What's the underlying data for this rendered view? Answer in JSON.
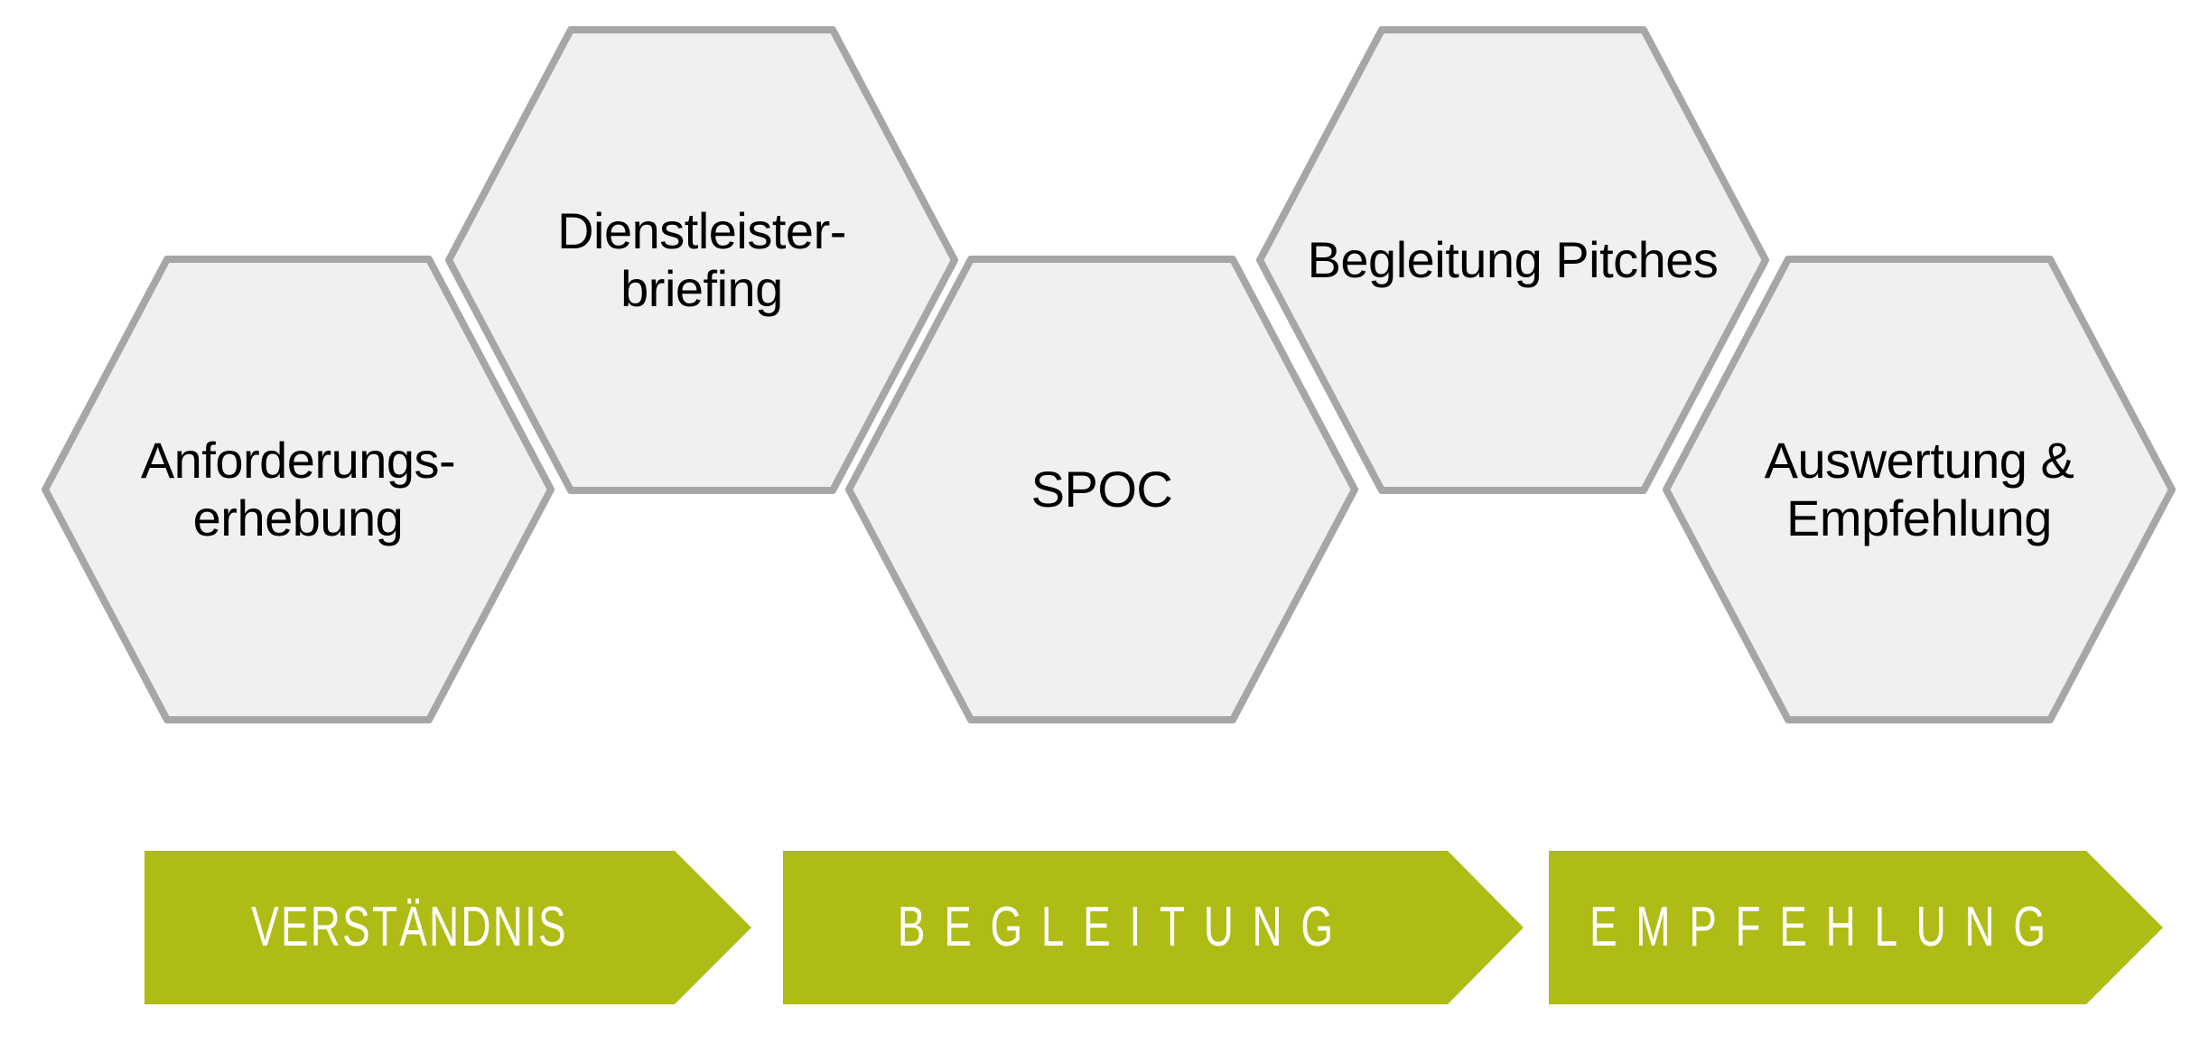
{
  "diagram": {
    "type": "process-flow",
    "hexagons": [
      {
        "id": "anforderungserhebung",
        "label": "Anforderungs-\nerhebung",
        "row": "lower"
      },
      {
        "id": "dienstleisterbriefing",
        "label": "Dienstleister-\nbriefing",
        "row": "upper"
      },
      {
        "id": "spoc",
        "label": "SPOC",
        "row": "lower"
      },
      {
        "id": "begleitung-pitches",
        "label": "Begleitung Pitches",
        "row": "upper"
      },
      {
        "id": "auswertung-empfehlung",
        "label": "Auswertung &\nEmpfehlung",
        "row": "lower"
      }
    ],
    "phase_arrows": [
      {
        "id": "verstaendnis",
        "label": "VERSTÄNDNIS"
      },
      {
        "id": "begleitung",
        "label": "BEGLEITUNG"
      },
      {
        "id": "empfehlung",
        "label": "EMPFEHLUNG"
      }
    ]
  },
  "colors": {
    "hex_fill": "#f0f0f0",
    "hex_border": "#a6a6a6",
    "hex_text": "#000000",
    "arrow_fill": "#afbc15",
    "arrow_text": "#ffffff",
    "canvas_bg": "#ffffff"
  }
}
